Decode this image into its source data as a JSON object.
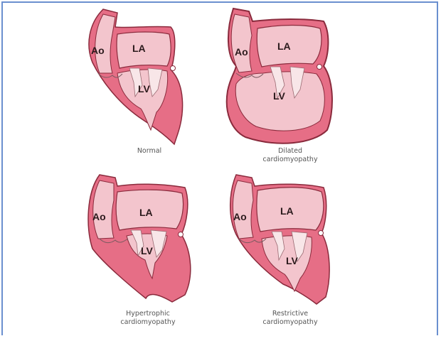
{
  "panels": [
    {
      "caption_lines": [
        "Normal"
      ],
      "labels": {
        "ao": "Ao",
        "la": "LA",
        "lv": "LV"
      }
    },
    {
      "caption_lines": [
        "Dilated",
        "cardiomyopathy"
      ],
      "labels": {
        "ao": "Ao",
        "la": "LA",
        "lv": "LV"
      }
    },
    {
      "caption_lines": [
        "Hypertrophic",
        "cardiomyopathy"
      ],
      "labels": {
        "ao": "Ao",
        "la": "LA",
        "lv": "LV"
      }
    },
    {
      "caption_lines": [
        "Restrictive",
        "cardiomyopathy"
      ],
      "labels": {
        "ao": "Ao",
        "la": "LA",
        "lv": "LV"
      }
    }
  ],
  "colors": {
    "frame": "#6a8fcf",
    "muscle": "#e66e86",
    "chamber": "#f3c5cd",
    "outline": "#8a2a3c",
    "valve": "#f8e6e8"
  }
}
